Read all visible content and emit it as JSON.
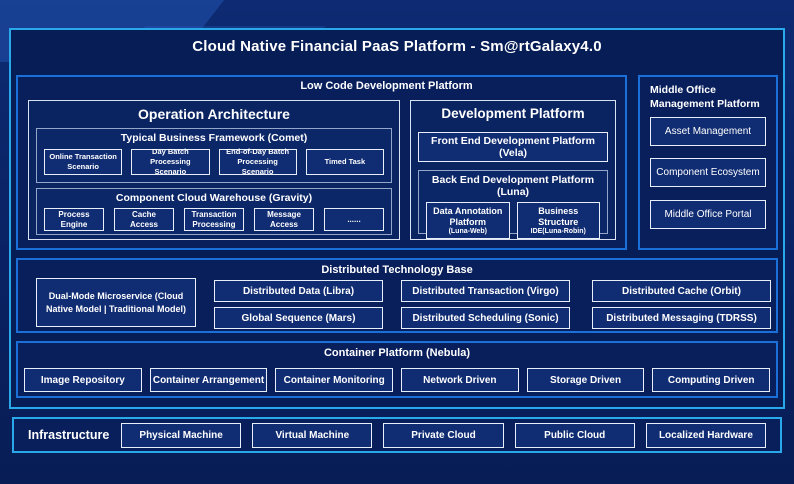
{
  "title": "Cloud Native Financial PaaS Platform - Sm@rtGalaxy4.0",
  "low_code": {
    "label": "Low Code Development Platform",
    "operation": {
      "title": "Operation Architecture",
      "typical": {
        "title": "Typical Business Framework (Comet)",
        "items": [
          "Online Transaction Scenario",
          "Day Batch Processing Scenario",
          "End-of-Day Batch Processing Scenario",
          "Timed Task"
        ]
      },
      "warehouse": {
        "title": "Component Cloud Warehouse (Gravity)",
        "items": [
          "Process Engine",
          "Cache Access",
          "Transaction Processing",
          "Message Access",
          "......"
        ]
      }
    },
    "development": {
      "title": "Development Platform",
      "front_end": "Front End Development Platform (Vela)",
      "back_end": {
        "title": "Back End Development Platform (Luna)",
        "items": [
          {
            "name": "Data Annotation Platform",
            "sub": "(Luna-Web)"
          },
          {
            "name": "Business Structure",
            "sub": "IDE(Luna-Robin)"
          }
        ]
      }
    }
  },
  "middle_office": {
    "title": "Middle Office Management Platform",
    "items": [
      "Asset Management",
      "Component Ecosystem",
      "Middle Office Portal"
    ]
  },
  "distributed": {
    "title": "Distributed Technology Base",
    "dual_mode": "Dual-Mode Microservice (Cloud Native Model | Traditional Model)",
    "items": [
      "Distributed Data (Libra)",
      "Global Sequence (Mars)",
      "Distributed Transaction (Virgo)",
      "Distributed Scheduling (Sonic)",
      "Distributed Cache (Orbit)",
      "Distributed Messaging (TDRSS)"
    ]
  },
  "container_platform": {
    "title": "Container Platform (Nebula)",
    "items": [
      "Image Repository",
      "Container Arrangement",
      "Container Monitoring",
      "Network Driven",
      "Storage Driven",
      "Computing Driven"
    ]
  },
  "infrastructure": {
    "label": "Infrastructure",
    "items": [
      "Physical Machine",
      "Virtual Machine",
      "Private Cloud",
      "Public Cloud",
      "Localized Hardware"
    ]
  },
  "colors": {
    "background": "#0a2263",
    "outer_border": "#29a8ea",
    "section_border": "#1a6fd9",
    "panel_border": "#d9e2f2",
    "group_border": "#94a6c9",
    "leaf_border": "#e9eff9",
    "text": "#ffffff"
  }
}
